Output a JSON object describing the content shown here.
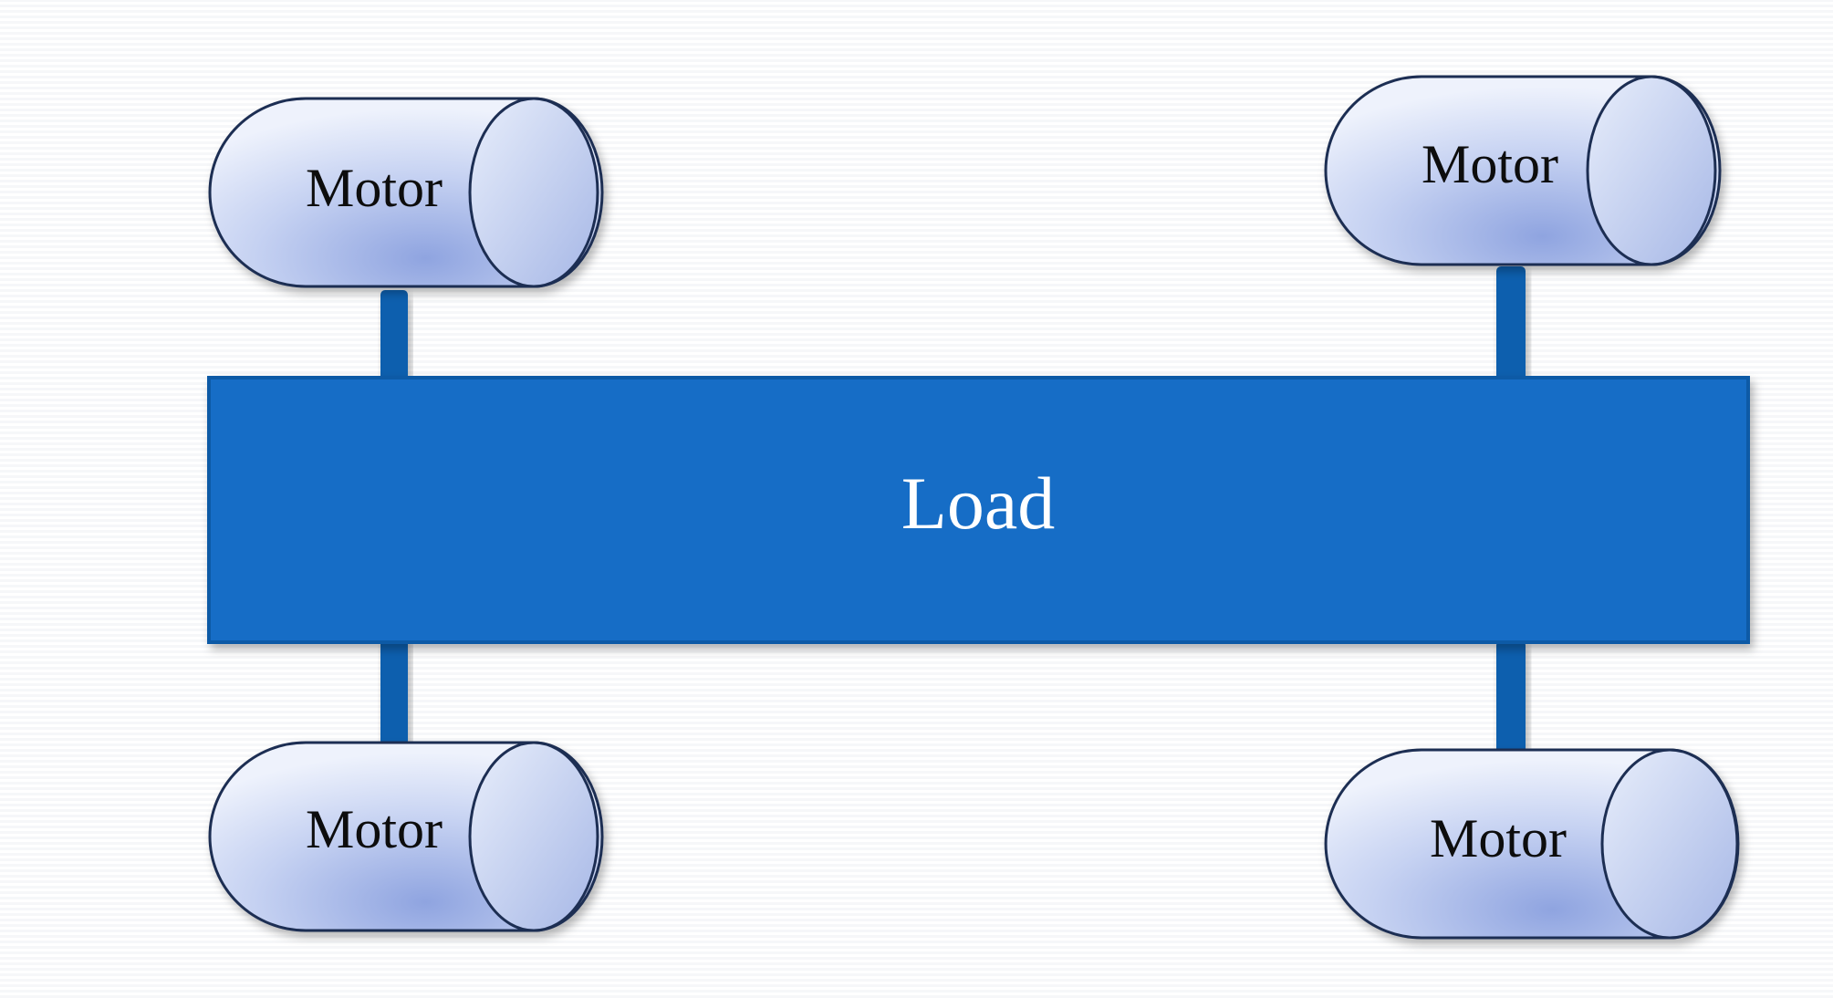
{
  "load": {
    "label": "Load"
  },
  "motors": [
    {
      "id": "top-left",
      "label": "Motor"
    },
    {
      "id": "top-right",
      "label": "Motor"
    },
    {
      "id": "bottom-left",
      "label": "Motor"
    },
    {
      "id": "bottom-right",
      "label": "Motor"
    }
  ],
  "colors": {
    "load_fill": "#136dc6",
    "load_stroke": "#0b5aa6",
    "shaft": "#0f5fae",
    "motor_light": "#eef2fc",
    "motor_mid": "#c6d2f2",
    "motor_dark": "#8fa4e0",
    "motor_stroke": "#1f2e52"
  }
}
